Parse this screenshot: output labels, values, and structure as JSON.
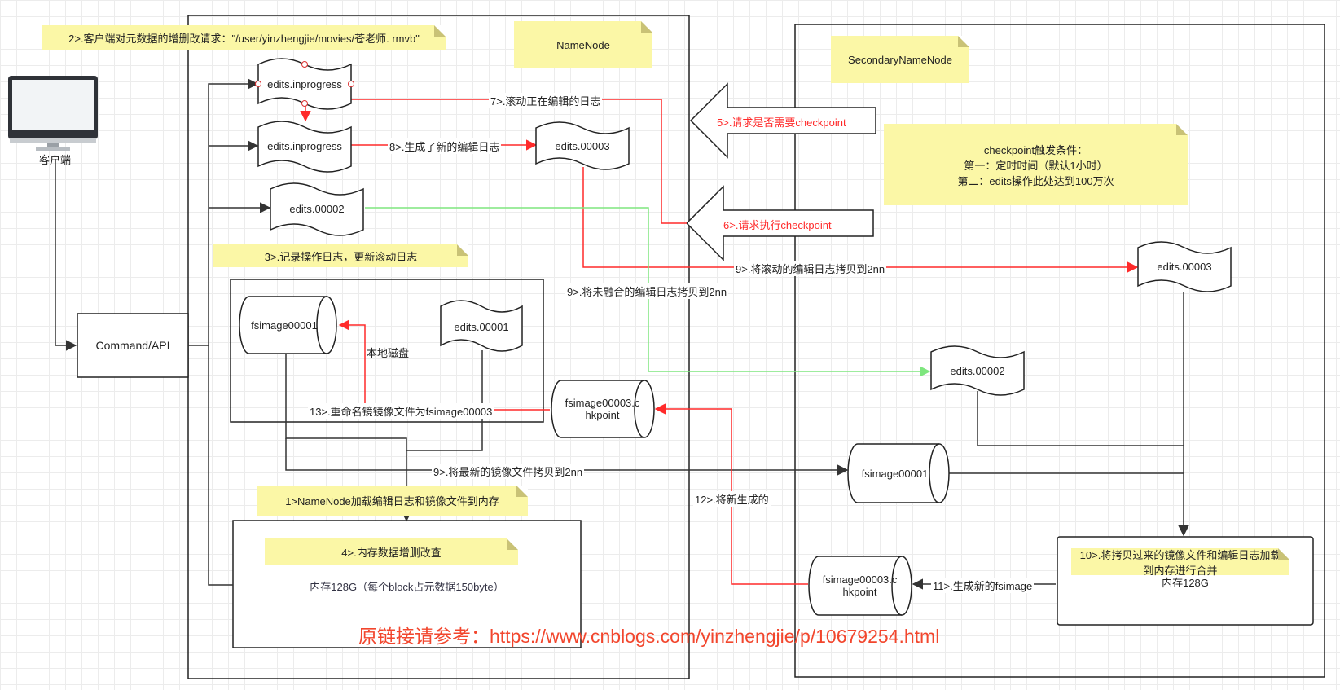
{
  "client": {
    "label": "客户端"
  },
  "command_api": {
    "label": "Command/API"
  },
  "namenode": {
    "title": "NameNode",
    "edits_inprogress_old": "edits.inprogress",
    "edits_inprogress_new": "edits.inprogress",
    "edits_00003": "edits.00003",
    "edits_00002": "edits.00002",
    "fsimage_00001": "fsimage00001",
    "edits_00001": "edits.00001",
    "fsimage_ckpt": "fsimage00003.c\nhkpoint",
    "local_disk": "本地磁盘",
    "memory": "内存128G（每个block占元数据150byte）"
  },
  "secondary": {
    "title": "SecondaryNameNode",
    "edits_00003": "edits.00003",
    "edits_00002": "edits.00002",
    "fsimage_00001": "fsimage00001",
    "fsimage_ckpt": "fsimage00003.c\nhkpoint",
    "merge_note": "10>.将拷贝过来的镜像文件和编辑日志加载\n到内存进行合并",
    "memory": "内存128G"
  },
  "notes": {
    "step2": "2>.客户端对元数据的增删改请求：\"/user/yinzhengjie/movies/苍老师. rmvb\"",
    "step3": "3>.记录操作日志，更新滚动日志",
    "step1": "1>NameNode加载编辑日志和镜像文件到内存",
    "step4": "4>.内存数据增删改查",
    "checkpoint": "checkpoint触发条件：\n第一：定时时间（默认1小时）\n第二：edits操作此处达到100万次"
  },
  "steps": {
    "step5": "5>.请求是否需要checkpoint",
    "step6": "6>.请求执行checkpoint",
    "step7": "7>.滚动正在编辑的日志",
    "step8": "8>.生成了新的编辑日志",
    "step9a": "9>.将滚动的编辑日志拷贝到2nn",
    "step9b": "9>.将未融合的编辑日志拷贝到2nn",
    "step9c": "9>.将最新的镜像文件拷贝到2nn",
    "step11": "11>.生成新的fsimage",
    "step12": "12>.将新生成的",
    "step13": "13>.重命名镜镜像文件为fsimage00003"
  },
  "watermark": "原链接请参考：https://www.cnblogs.com/yinzhengjie/p/10679254.html",
  "colors": {
    "red": "#ff2a2a",
    "green": "#7ee67e",
    "dark": "#333333",
    "note": "#fbf7a6"
  }
}
